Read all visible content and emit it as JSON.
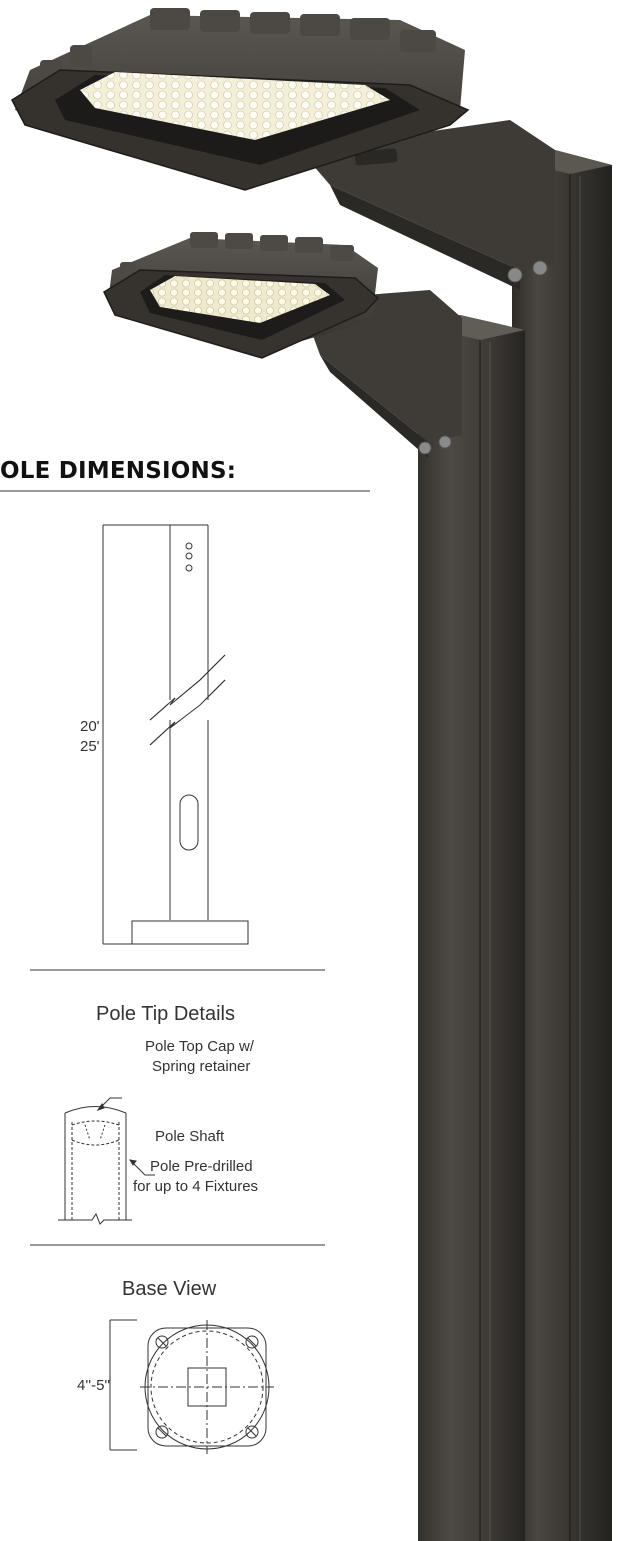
{
  "heading": "OLE DIMENSIONS:",
  "pole_diagram": {
    "heights": [
      "20'",
      "25'"
    ]
  },
  "tip_details": {
    "title": "Pole Tip Details",
    "cap_label_line1": "Pole Top Cap w/",
    "cap_label_line2": "Spring retainer",
    "shaft_label": "Pole Shaft",
    "predrilled_line1": "Pole Pre-drilled",
    "predrilled_line2": "for up to 4 Fixtures"
  },
  "base_view": {
    "title": "Base View",
    "size_label": "4''-5''"
  },
  "colors": {
    "pole_bronze": "#3d3a36",
    "fixture_bronze": "#45413c",
    "led": "#fffbe8"
  }
}
